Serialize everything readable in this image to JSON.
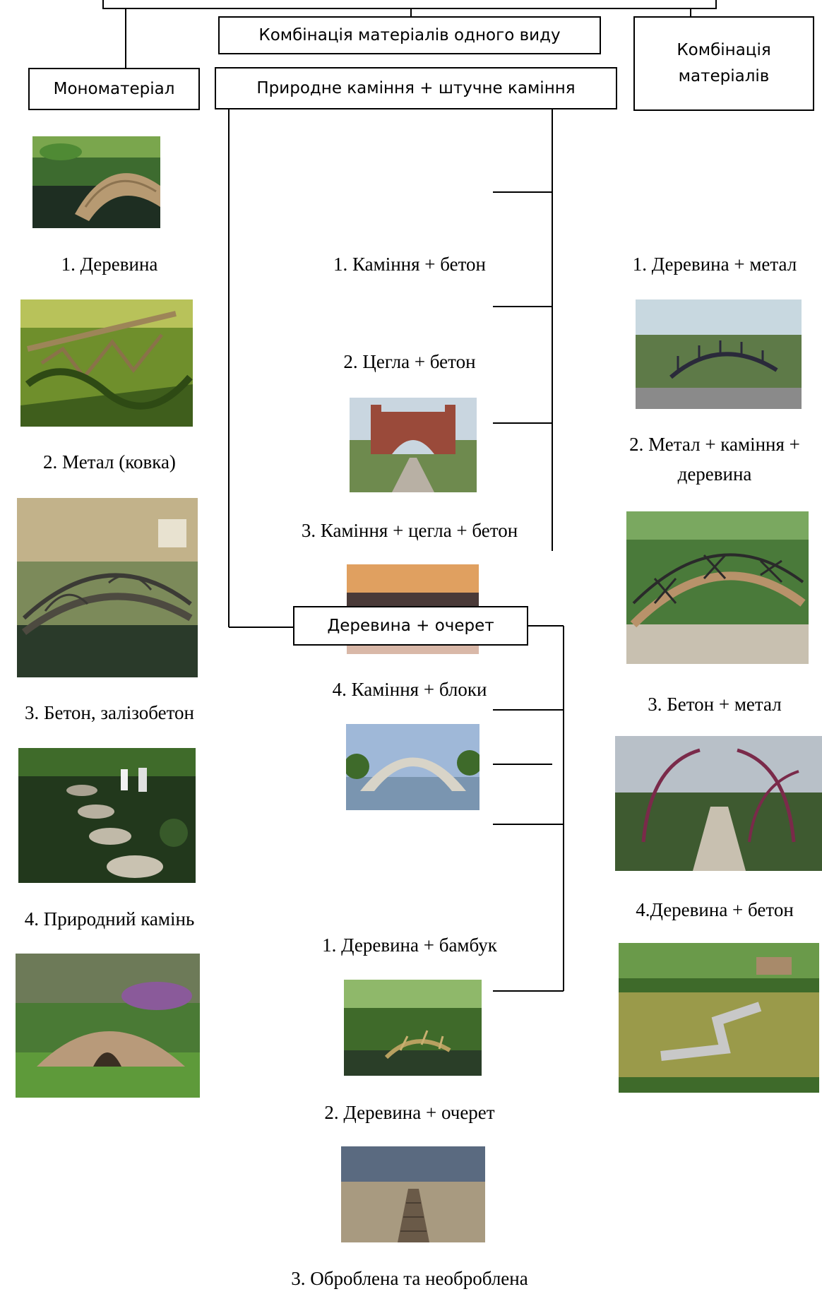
{
  "header": {
    "box_one_kind": "Комбінація матеріалів одного виду",
    "box_mono": "Мономатеріал",
    "box_stone": "Природне каміння + штучне каміння",
    "box_combo": "Комбінація матеріалів",
    "box_wood": "Деревина + очерет"
  },
  "mono": {
    "items": [
      {
        "label": "1. Деревина",
        "photo": "stone-bridge-pond-photo"
      },
      {
        "label": "2. Метал (ковка)",
        "photo": "wooden-bridge-photo"
      },
      {
        "label": "3. Бетон, залізобетон",
        "photo": "forged-metal-bridge-photo"
      },
      {
        "label": "4. Природний камінь",
        "photo": "stepping-stones-photo"
      },
      {
        "label": "",
        "photo": "stone-arch-bridge-photo"
      }
    ]
  },
  "stone": {
    "items": [
      {
        "label": "1. Каміння +  бетон"
      },
      {
        "label": "2. Цегла + бетон",
        "photo": "brick-gate-bridge-photo"
      },
      {
        "label": "3. Каміння + цегла + бетон",
        "photo": "autumn-park-photo"
      },
      {
        "label": "4. Каміння + блоки",
        "photo": "stone-arch-river-photo"
      }
    ]
  },
  "wood": {
    "items": [
      {
        "label": "1. Деревина + бамбук",
        "photo": "bamboo-bridge-photo"
      },
      {
        "label": "2. Деревина + очерет",
        "photo": "reed-pier-photo"
      },
      {
        "label": "3. Оброблена та необроблена"
      }
    ]
  },
  "combo": {
    "items": [
      {
        "label": "1. Деревина + метал",
        "photo": "wood-metal-bridge-photo"
      },
      {
        "label": "2. Метал + каміння +",
        "label2": "деревина",
        "photo": "arched-wood-bridge-photo"
      },
      {
        "label": "3. Бетон + метал",
        "photo": "metal-arches-path-photo"
      },
      {
        "label": "4.Деревина + бетон",
        "photo": "zigzag-pond-bridge-photo"
      }
    ]
  }
}
